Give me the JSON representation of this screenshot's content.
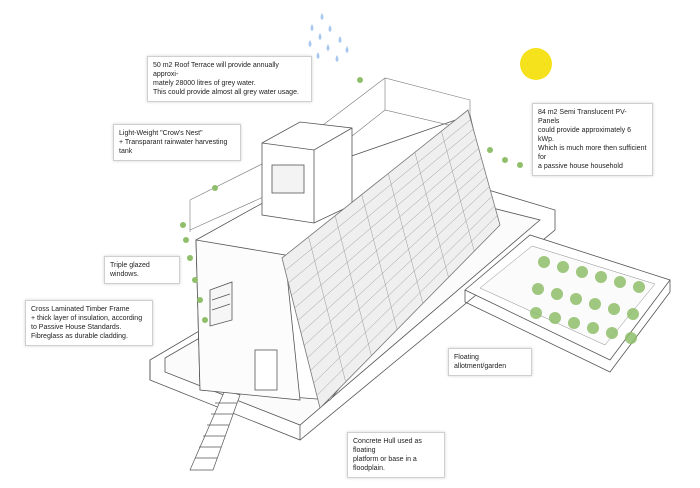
{
  "labels": {
    "roof_terrace": "50 m2 Roof Terrace will provide annually approxi-\nmately 28000 litres of grey water.\nThis could provide almost all grey water usage.",
    "crows_nest": "Light-Weight \"Crow's Nest\"\n+ Transparant rainwater harvesting tank",
    "pv_panels": "84 m2 Semi Translucent PV-Panels\ncould provide approximately 6 kWp.\nWhich is much more then sufficient for\na passive house household",
    "triple_glazed": "Triple glazed windows.",
    "timber_frame": "Cross Laminated Timber Frame\n+ thick layer of insulation, according\nto Passive House Standards.\nFibreglass as durable cladding.",
    "floating_garden": "Floating allotment/garden",
    "concrete_hull": "Concrete Hull used as floating\nplatform or base in a floodplain."
  },
  "colors": {
    "sun": "#f6e21c",
    "rain": "#a9c8ef",
    "plants": "#8fbf6a",
    "line": "#555555",
    "panel": "#9a9a9a"
  },
  "icons": [
    "sun-icon",
    "rain-drops-icon",
    "pv-panel-array",
    "garden-plants"
  ]
}
